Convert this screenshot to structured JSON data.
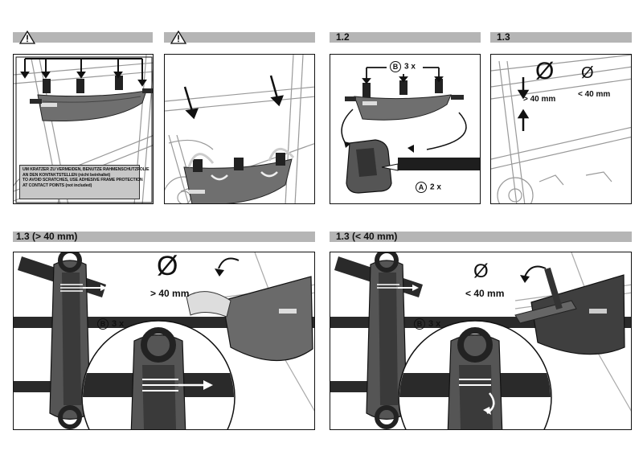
{
  "headers": {
    "step_12": "1.2",
    "step_13": "1.3",
    "step_13_large": "1.3  (> 40 mm)",
    "step_13_small": "1.3  (< 40 mm)"
  },
  "warning_note": {
    "de_line1": "UM KRATZER ZU VERMEIDEN, BENUTZE RAHMENSCHUTZFOLIE",
    "de_line2": "AN DEN KONTAKTSTELLEN (nicht beinhaltet)",
    "en_line1": "TO AVOID SCRATCHES, USE ADHESIVE FRAME PROTECTION",
    "en_line2": "AT CONTACT POINTS (not included)"
  },
  "panel_12": {
    "callout_b_letter": "B",
    "callout_b_count": "3 x",
    "callout_a_letter": "A",
    "callout_a_count": "2 x"
  },
  "panel_13": {
    "diameter_symbol": "Ø",
    "label_large": "> 40 mm",
    "label_small": "< 40 mm"
  },
  "panel_large": {
    "diameter_symbol": "Ø",
    "label": "> 40 mm",
    "callout_letter": "B",
    "callout_count": "3 x"
  },
  "panel_small": {
    "diameter_symbol": "Ø",
    "label": "< 40 mm",
    "callout_letter": "B",
    "callout_count": "3 x"
  },
  "colors": {
    "header_bar": "#b5b5b5",
    "bag_body": "#6f6f6f",
    "strap": "#2a2a2a",
    "note_bg": "#c7c7c7"
  }
}
